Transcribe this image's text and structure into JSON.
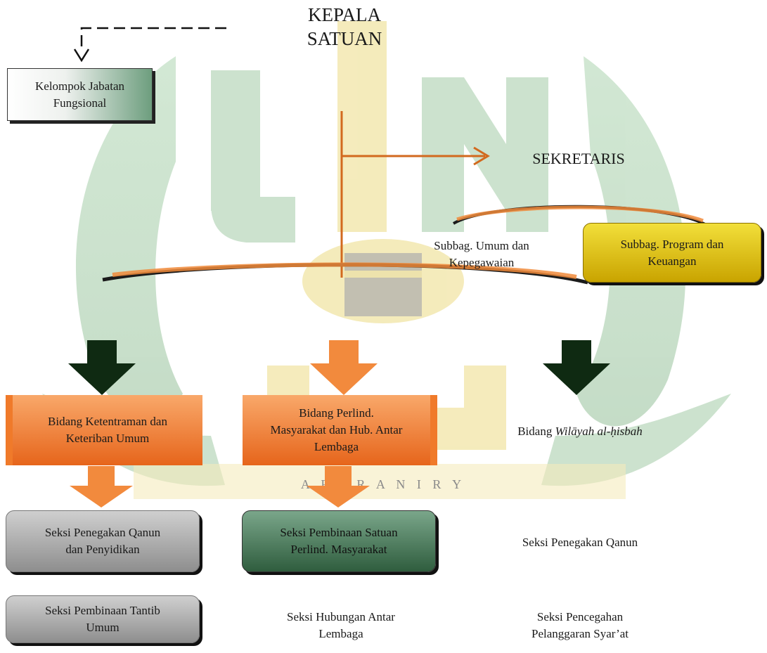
{
  "header": {
    "kepala_line1": "KEPALA",
    "kepala_line2": "SATUAN",
    "sekretaris": "SEKRETARIS"
  },
  "nodes": {
    "kelompok_line1": "Kelompok Jabatan",
    "kelompok_line2": "Fungsional",
    "subbag_umum_line1": "Subbag. Umum dan",
    "subbag_umum_line2": "Kepegawaian",
    "subbag_program_line1": "Subbag. Program dan",
    "subbag_program_line2": "Keuangan",
    "bidang_ketentraman_line1": "Bidang Ketentraman dan",
    "bidang_ketentraman_line2": "Keteriban Umum",
    "bidang_perlind_line1": "Bidang Perlind.",
    "bidang_perlind_line2": "Masyarakat dan Hub. Antar",
    "bidang_perlind_line3": "Lembaga",
    "bidang_wh_prefix": "Bidang",
    "bidang_wh_italic": "Wilāyah al-ḥisbah",
    "seksi_penegakan_line1": "Seksi Penegakan Qanun",
    "seksi_penegakan_line2": "dan Penyidikan",
    "seksi_pembinaan_satuan_line1": "Seksi Pembinaan Satuan",
    "seksi_pembinaan_satuan_line2": "Perlind. Masyarakat",
    "seksi_penegakan_qanun": "Seksi Penegakan Qanun",
    "seksi_tantib_line1": "Seksi Pembinaan Tantib",
    "seksi_tantib_line2": "Umum",
    "seksi_hubungan_line1": "Seksi Hubungan Antar",
    "seksi_hubungan_line2": "Lembaga",
    "seksi_pencegahan_line1": "Seksi Pencegahan",
    "seksi_pencegahan_line2": "Pelanggaran Syar’at"
  },
  "watermark": {
    "text": "A R - R A N I R Y"
  },
  "colors": {
    "orange_line": "#d2691e",
    "arrow_dark": "#0f2a12",
    "arrow_orange": "#f28a3d",
    "watermark_green": "#8fbf93",
    "watermark_gold": "#e8d36a"
  }
}
